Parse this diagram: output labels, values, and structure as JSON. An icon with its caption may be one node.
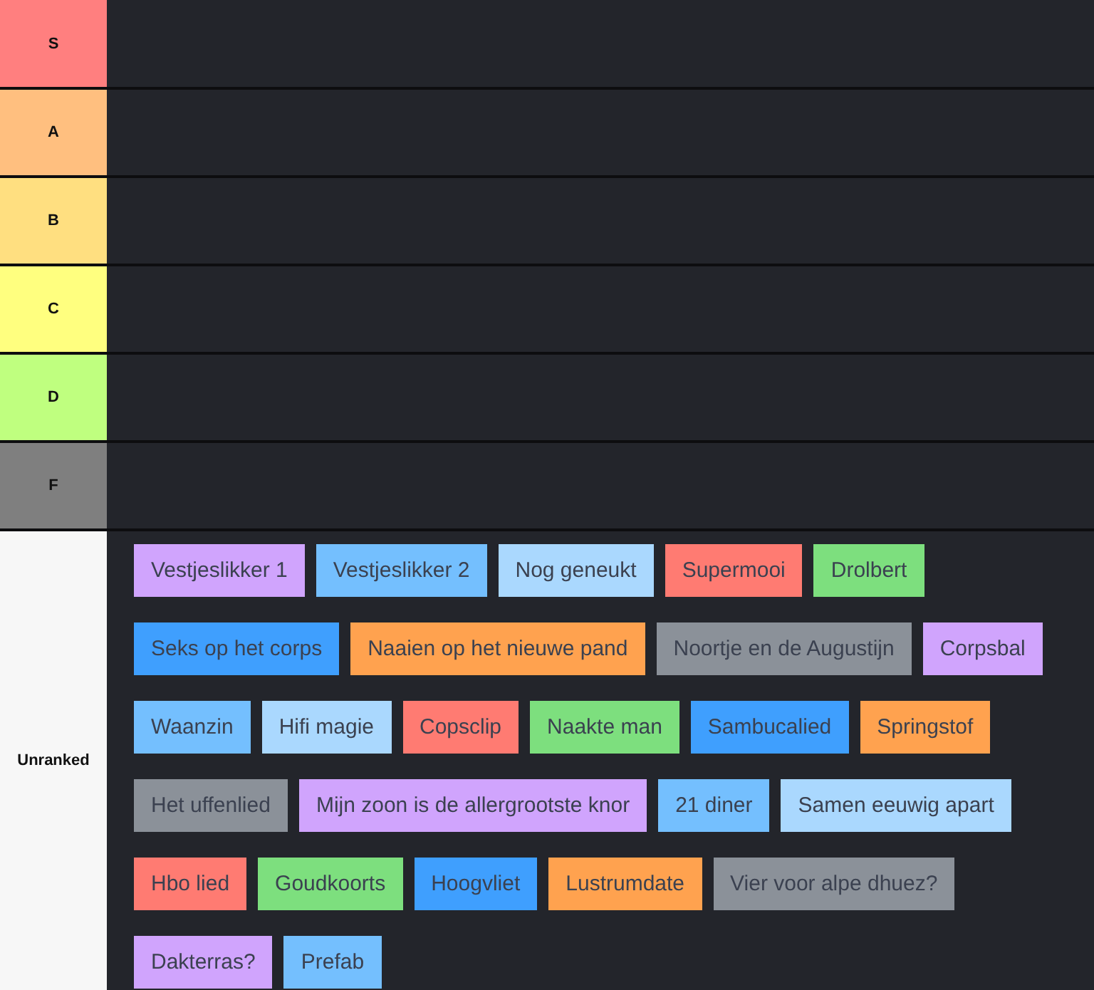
{
  "diagram": {
    "nodes": [
      {
        "text": [
          "S"
        ]
      },
      {
        "text": [
          "A"
        ]
      },
      {
        "text": [
          "B"
        ]
      },
      {
        "text": [
          "C"
        ]
      },
      {
        "text": [
          "D"
        ]
      },
      {
        "text": [
          "F"
        ]
      },
      {
        "text": [
          "Unranked"
        ]
      },
      {
        "text": [
          "Vestjeslikker 1"
        ],
        "in": 6
      },
      {
        "text": [
          "Vestjeslikker 2"
        ],
        "in": 6
      },
      {
        "text": [
          "Nog geneukt"
        ],
        "in": 6
      },
      {
        "text": [
          "Supermooi"
        ],
        "in": 6
      },
      {
        "text": [
          "Drolbert"
        ],
        "in": 6
      },
      {
        "text": [
          "Seks op het corps"
        ],
        "in": 6
      },
      {
        "text": [
          "Naaien op het nieuwe pand"
        ],
        "in": 6
      },
      {
        "text": [
          "Noortje en de Augustijn"
        ],
        "in": 6
      },
      {
        "text": [
          "Corpsbal"
        ],
        "in": 6
      },
      {
        "text": [
          "Waanzin"
        ],
        "in": 6
      },
      {
        "text": [
          "Hifi magie"
        ],
        "in": 6
      },
      {
        "text": [
          "Copsclip"
        ],
        "in": 6
      },
      {
        "text": [
          "Naakte man"
        ],
        "in": 6
      },
      {
        "text": [
          "Sambucalied"
        ],
        "in": 6
      },
      {
        "text": [
          "Springstof"
        ],
        "in": 6
      },
      {
        "text": [
          "Het uffenlied"
        ],
        "in": 6
      },
      {
        "text": [
          "Mijn zoon is de allergrootste knor"
        ],
        "in": 6
      },
      {
        "text": [
          "21 diner"
        ],
        "in": 6
      },
      {
        "text": [
          "Samen eeuwig apart"
        ],
        "in": 6
      },
      {
        "text": [
          "Hbo lied"
        ],
        "in": 6
      },
      {
        "text": [
          "Goudkoorts"
        ],
        "in": 6
      },
      {
        "text": [
          "Hoogvliet"
        ],
        "in": 6
      },
      {
        "text": [
          "Lustrumdate"
        ],
        "in": 6
      },
      {
        "text": [
          "Vier voor alpe dhuez?"
        ],
        "in": 6
      },
      {
        "text": [
          "Dakterras?"
        ],
        "in": 6
      },
      {
        "text": [
          "Prefab"
        ],
        "in": 6
      }
    ],
    "edges": []
  }
}
